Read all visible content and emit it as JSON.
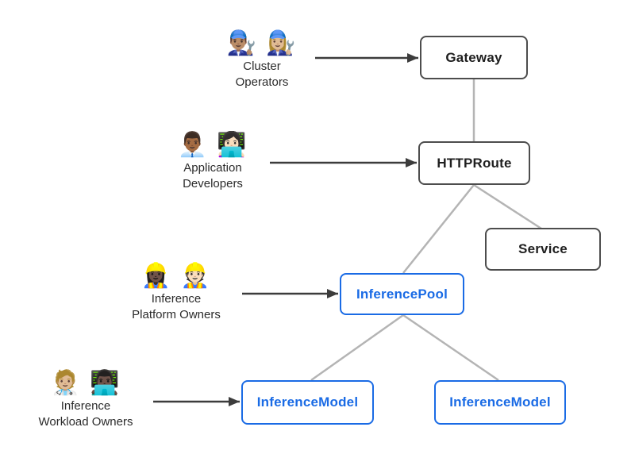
{
  "diagram": {
    "title_semantic": "Gateway API inference extension resource model",
    "colors": {
      "background": "#ffffff",
      "gray_node_border": "#4d4d4d",
      "gray_node_text": "#1f1f1f",
      "blue_node_border": "#1a6be5",
      "blue_node_text": "#1a6be5",
      "connector_line": "#b4b4b4",
      "arrow_line": "#3c3c3c",
      "actor_label_text": "#2b2b2b"
    },
    "actors": [
      {
        "id": "cluster-operators",
        "emoji": "👨🏽‍🔧 👩🏼‍🔧",
        "emoji_name": "mechanics-pair-emoji",
        "line1": "Cluster",
        "line2": "Operators"
      },
      {
        "id": "application-developers",
        "emoji": "👨🏾‍💼 👩🏻‍💻",
        "emoji_name": "office-worker-and-technologist-emoji",
        "line1": "Application",
        "line2": "Developers"
      },
      {
        "id": "inference-platform-owners",
        "emoji": "👷🏿‍♀️ 👷🏻",
        "emoji_name": "construction-workers-pair-emoji",
        "line1": "Inference",
        "line2": "Platform Owners"
      },
      {
        "id": "inference-workload-owners",
        "emoji": "🧑🏼‍⚕️ 👨🏿‍💻",
        "emoji_name": "health-worker-and-technologist-emoji",
        "line1": "Inference",
        "line2": "Workload Owners"
      }
    ],
    "nodes": [
      {
        "id": "gateway",
        "label": "Gateway",
        "variant": "gray"
      },
      {
        "id": "httproute",
        "label": "HTTPRoute",
        "variant": "gray"
      },
      {
        "id": "service",
        "label": "Service",
        "variant": "gray"
      },
      {
        "id": "inferencepool",
        "label": "InferencePool",
        "variant": "blue"
      },
      {
        "id": "inferencemodel-a",
        "label": "InferenceModel",
        "variant": "blue"
      },
      {
        "id": "inferencemodel-b",
        "label": "InferenceModel",
        "variant": "blue"
      }
    ],
    "edges": [
      {
        "from": "gateway",
        "to": "httproute",
        "style": "plain-gray"
      },
      {
        "from": "httproute",
        "to": "service",
        "style": "plain-gray"
      },
      {
        "from": "httproute",
        "to": "inferencepool",
        "style": "plain-gray"
      },
      {
        "from": "inferencepool",
        "to": "inferencemodel-a",
        "style": "plain-gray"
      },
      {
        "from": "inferencepool",
        "to": "inferencemodel-b",
        "style": "plain-gray"
      }
    ],
    "arrows": [
      {
        "from": "cluster-operators",
        "to": "gateway"
      },
      {
        "from": "application-developers",
        "to": "httproute"
      },
      {
        "from": "inference-platform-owners",
        "to": "inferencepool"
      },
      {
        "from": "inference-workload-owners",
        "to": "inferencemodel-a"
      }
    ]
  }
}
